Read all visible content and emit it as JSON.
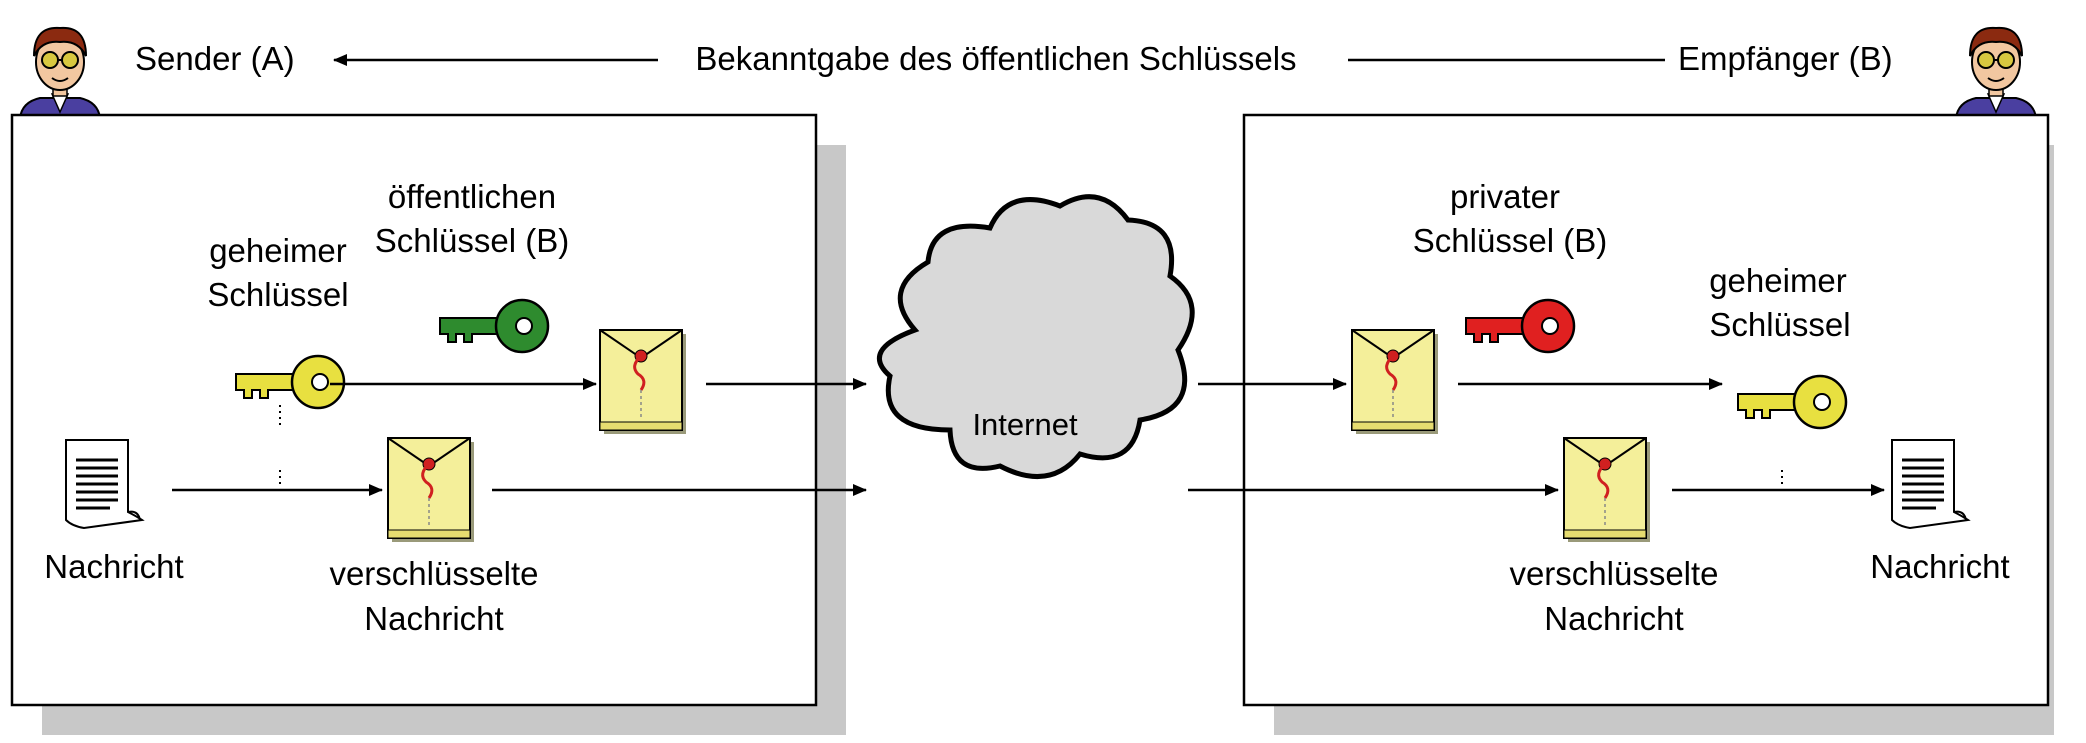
{
  "top_bar": {
    "sender_label": "Sender (A)",
    "announcement_label": "Bekanntgabe des öffentlichen Schlüssels",
    "receiver_label": "Empfänger (B)"
  },
  "sender_panel": {
    "public_key_label_line1": "öffentlichen",
    "public_key_label_line2": "Schlüssel (B)",
    "secret_key_label_line1": "geheimer",
    "secret_key_label_line2": "Schlüssel",
    "message_label": "Nachricht",
    "encrypted_label_line1": "verschlüsselte",
    "encrypted_label_line2": "Nachricht"
  },
  "cloud": {
    "label": "Internet"
  },
  "receiver_panel": {
    "private_key_label_line1": "privater",
    "private_key_label_line2": "Schlüssel (B)",
    "secret_key_label_line1": "geheimer",
    "secret_key_label_line2": "Schlüssel",
    "message_label": "Nachricht",
    "encrypted_label_line1": "verschlüsselte",
    "encrypted_label_line2": "Nachricht"
  },
  "colors": {
    "public_key": "#2e8b2e",
    "private_key": "#e02020",
    "secret_key": "#e8e040",
    "envelope": "#f4ef9a",
    "cloud": "#d9d9d9",
    "shadow": "#c8c8c8"
  },
  "icons": {
    "person": "person-icon",
    "document": "document-icon",
    "envelope": "envelope-icon",
    "key": "key-icon",
    "cloud": "cloud-icon"
  }
}
